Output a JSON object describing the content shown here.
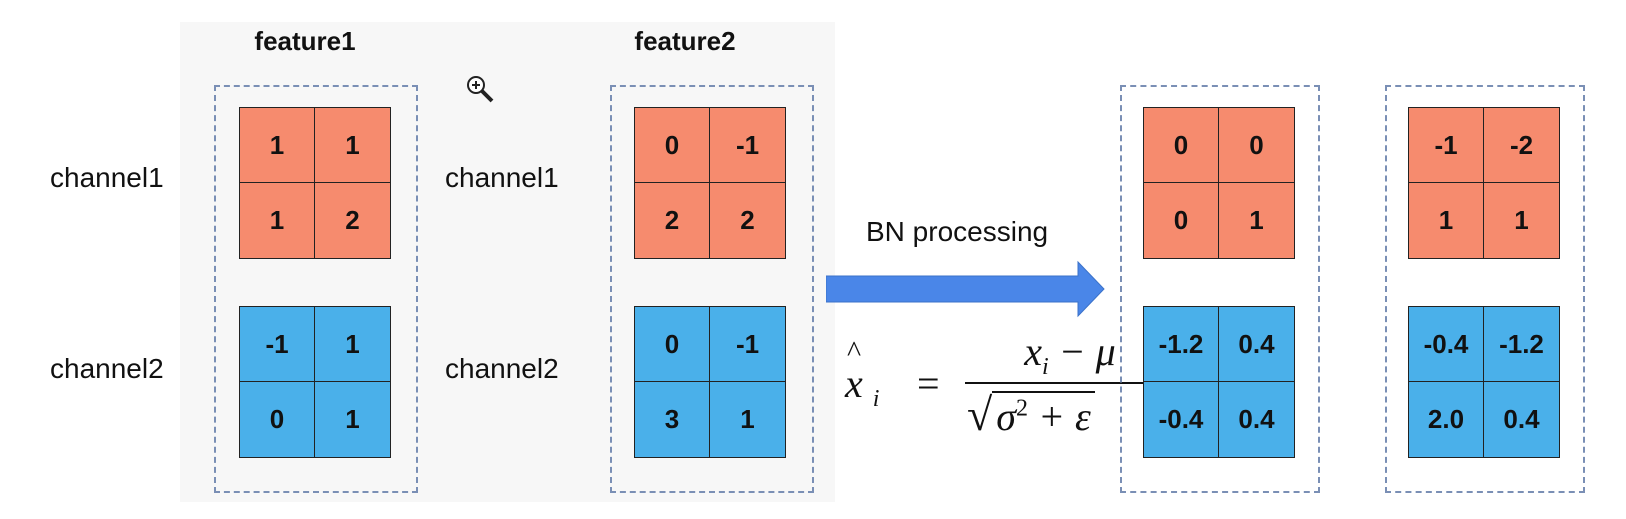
{
  "features": [
    {
      "title": "feature1",
      "channels": [
        {
          "label": "channel1",
          "color": "#f68b6e",
          "values": [
            "1",
            "1",
            "1",
            "2"
          ]
        },
        {
          "label": "channel2",
          "color": "#4ab0ea",
          "values": [
            "-1",
            "1",
            "0",
            "1"
          ]
        }
      ]
    },
    {
      "title": "feature2",
      "channels": [
        {
          "label": "channel1",
          "color": "#f68b6e",
          "values": [
            "0",
            "-1",
            "2",
            "2"
          ]
        },
        {
          "label": "channel2",
          "color": "#4ab0ea",
          "values": [
            "0",
            "-1",
            "3",
            "1"
          ]
        }
      ]
    }
  ],
  "arrow": {
    "label": "BN processing",
    "color": "#4a86e8"
  },
  "formula": {
    "lhs_var": "x",
    "lhs_sub": "i",
    "numerator_var": "x",
    "numerator_sub": "i",
    "numerator_rest": "− μ",
    "denominator_sigma": "σ",
    "denominator_power": "2",
    "denominator_rest": "+ ε"
  },
  "outputs": [
    {
      "channels": [
        {
          "color": "#f68b6e",
          "values": [
            "0",
            "0",
            "0",
            "1"
          ]
        },
        {
          "color": "#4ab0ea",
          "values": [
            "-1.2",
            "0.4",
            "-0.4",
            "0.4"
          ]
        }
      ]
    },
    {
      "channels": [
        {
          "color": "#f68b6e",
          "values": [
            "-1",
            "-2",
            "1",
            "1"
          ]
        },
        {
          "color": "#4ab0ea",
          "values": [
            "-0.4",
            "-1.2",
            "2.0",
            "0.4"
          ]
        }
      ]
    }
  ],
  "icons": {
    "zoom": "zoom-in-icon"
  }
}
